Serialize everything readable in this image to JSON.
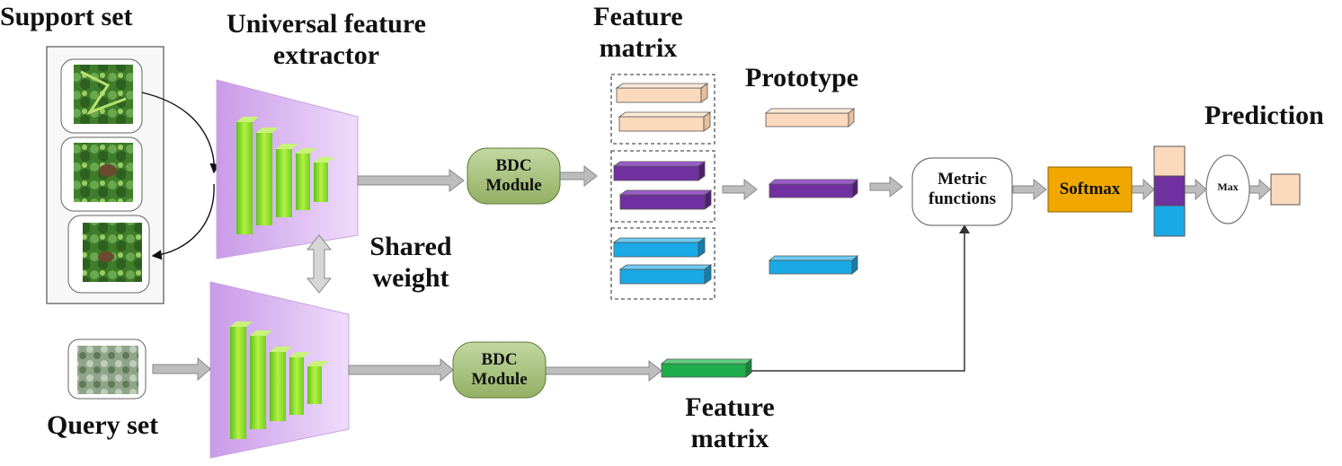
{
  "labels": {
    "support_set": "Support set",
    "extractor_line1": "Universal feature",
    "extractor_line2": "extractor",
    "feature_matrix_top_line1": "Feature",
    "feature_matrix_top_line2": "matrix",
    "prototype": "Prototype",
    "prediction": "Prediction",
    "shared_line1": "Shared",
    "shared_line2": "weight",
    "query_set": "Query set",
    "feature_matrix_bottom_line1": "Feature",
    "feature_matrix_bottom_line2": "matrix"
  },
  "boxes": {
    "bdc_top_line1": "BDC",
    "bdc_top_line2": "Module",
    "bdc_bottom_line1": "BDC",
    "bdc_bottom_line2": "Module",
    "metric_line1": "Metric",
    "metric_line2": "functions",
    "softmax": "Softmax",
    "max": "Max"
  },
  "colors": {
    "class_1": "#fbd9bd",
    "class_2": "#7030a0",
    "class_3": "#1aa9e6",
    "query_feature": "#1fae4b",
    "bdc_fill": "#a9c47f",
    "softmax_fill": "#f0a800",
    "extractor_fill": "#d8b0f0",
    "arrow_fill": "#b3b3b3"
  },
  "icons": {
    "support_images": [
      "leaf-image",
      "leaf-image",
      "leaf-image"
    ],
    "query_image": "leaf-image"
  }
}
